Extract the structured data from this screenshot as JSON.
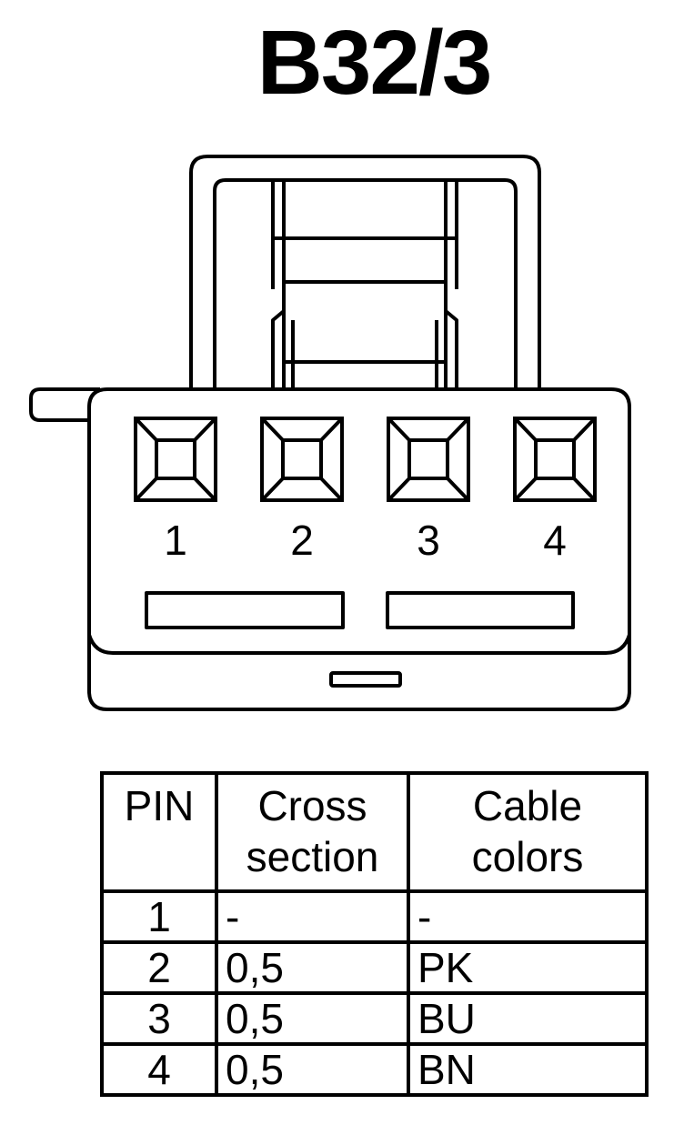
{
  "title": "B32/3",
  "connector": {
    "pin_labels": [
      "1",
      "2",
      "3",
      "4"
    ]
  },
  "table": {
    "headers": {
      "pin": "PIN",
      "cross_section": [
        "Cross",
        "section"
      ],
      "cable_colors": [
        "Cable",
        "colors"
      ]
    },
    "rows": [
      {
        "pin": "1",
        "cross_section": "-",
        "color": "-"
      },
      {
        "pin": "2",
        "cross_section": "0,5",
        "color": "PK"
      },
      {
        "pin": "3",
        "cross_section": "0,5",
        "color": "BU"
      },
      {
        "pin": "4",
        "cross_section": "0,5",
        "color": "BN"
      }
    ]
  }
}
